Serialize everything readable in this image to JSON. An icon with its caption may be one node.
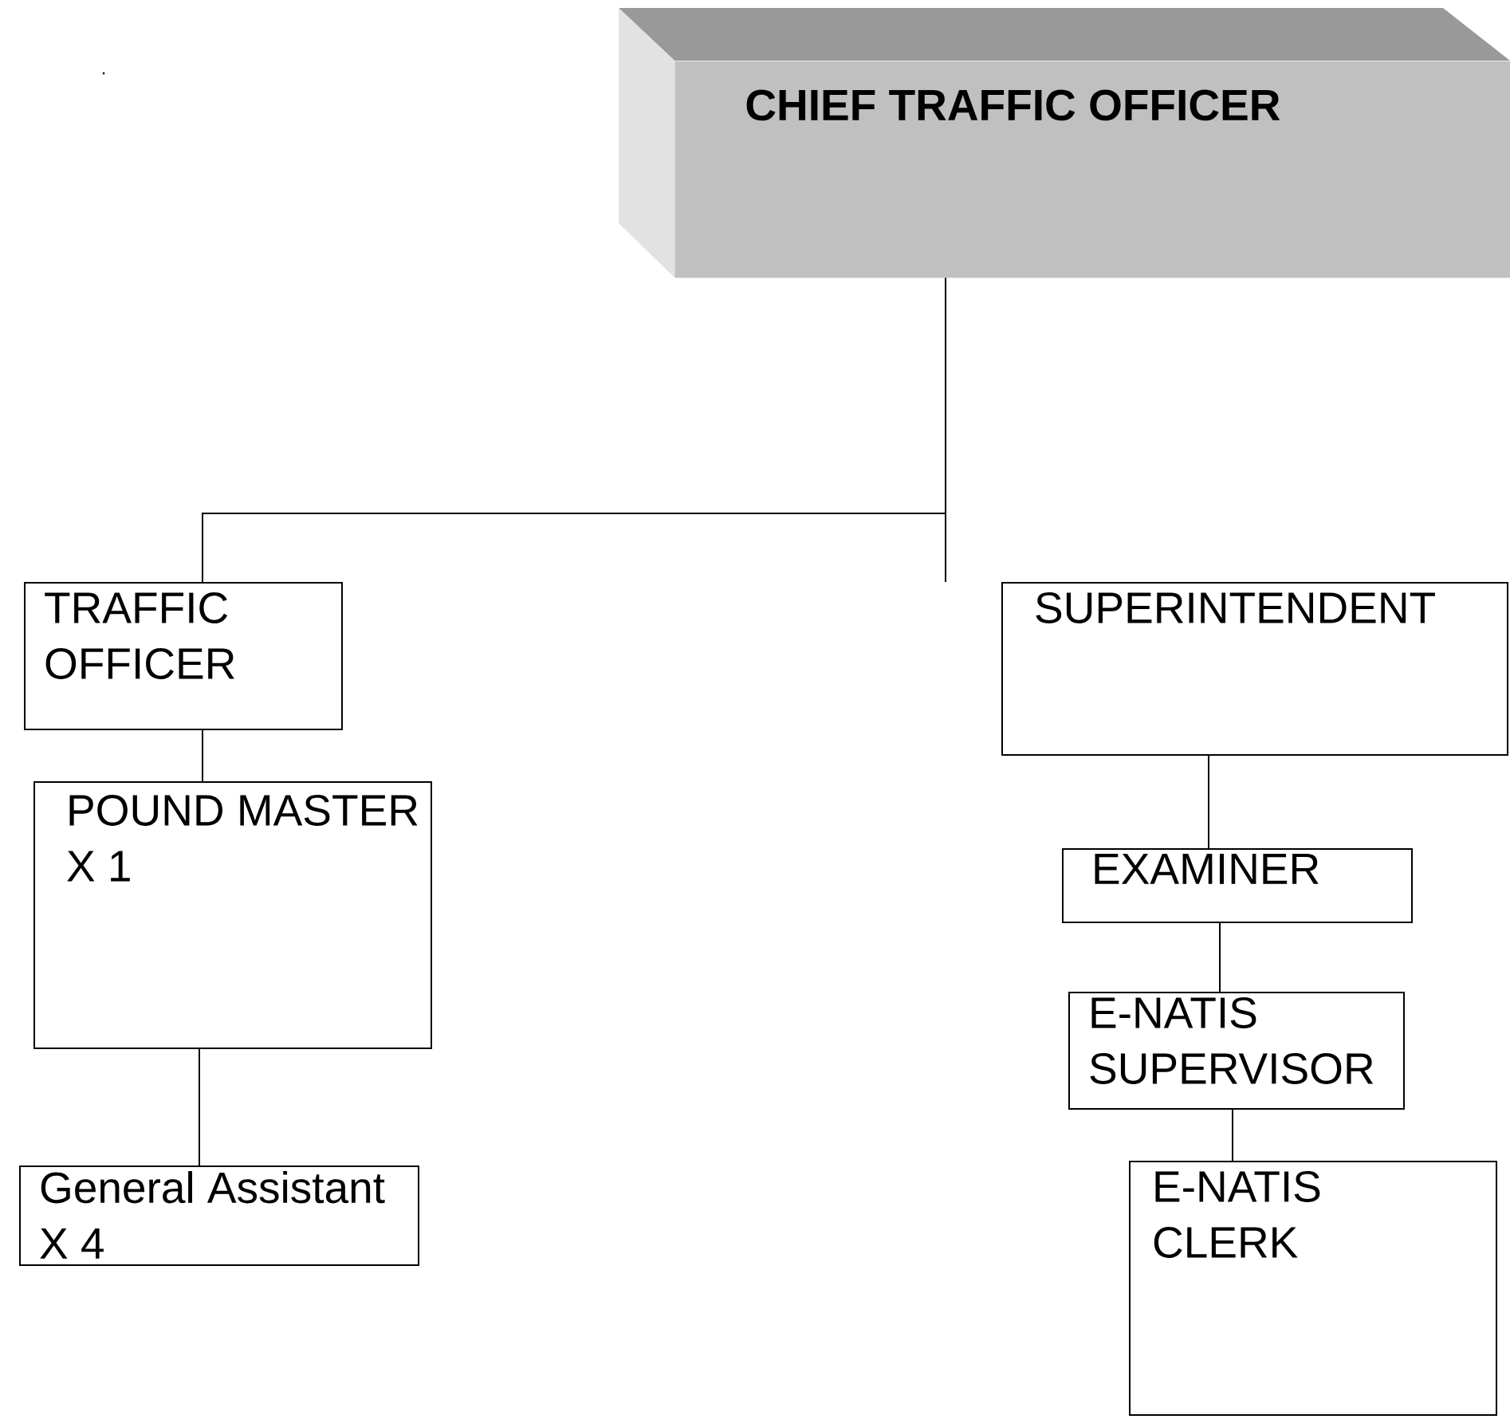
{
  "diagram": {
    "nodes": [
      {
        "text": [
          "CHIEF TRAFFIC OFFICER"
        ]
      },
      {
        "text": [
          "TRAFFIC OFFICER"
        ]
      },
      {
        "text": [
          "SUPERINTENDENT"
        ]
      },
      {
        "text": [
          "POUND MASTER X 1"
        ]
      },
      {
        "text": [
          "EXAMINER"
        ]
      },
      {
        "text": [
          "E-NATIS SUPERVISOR"
        ]
      },
      {
        "text": [
          "General Assistant X 4"
        ]
      },
      {
        "text": [
          "E-NATIS CLERK"
        ]
      }
    ],
    "edges": [
      {
        "from": 0,
        "to": 1,
        "arrow": "none"
      },
      {
        "from": 0,
        "to": 2,
        "arrow": "none"
      },
      {
        "from": 1,
        "to": 3,
        "arrow": "none"
      },
      {
        "from": 3,
        "to": 6,
        "arrow": "none"
      },
      {
        "from": 2,
        "to": 4,
        "arrow": "none"
      },
      {
        "from": 4,
        "to": 5,
        "arrow": "none"
      },
      {
        "from": 5,
        "to": 7,
        "arrow": "none"
      }
    ],
    "labels": [
      "."
    ]
  }
}
